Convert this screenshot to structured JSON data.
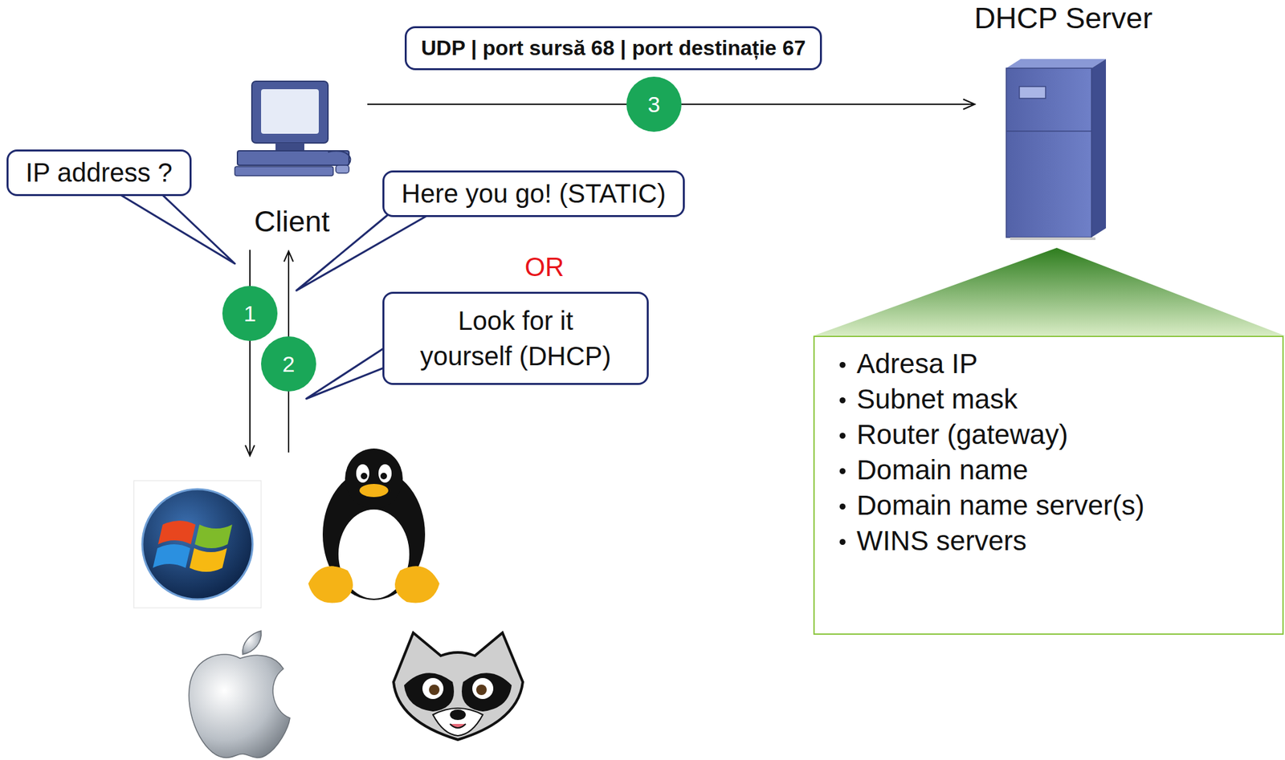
{
  "diagram": {
    "nodes": [
      {
        "text": [
          "UDP | port sursă 68 | port destinație 67"
        ]
      },
      {
        "text": [
          "DHCP Server"
        ]
      },
      {
        "text": [
          "3"
        ]
      },
      {
        "text": [
          "Client"
        ]
      },
      {
        "text": [
          "IP address ?"
        ]
      },
      {
        "text": [
          "Here you go! (STATIC)"
        ]
      },
      {
        "text": [
          "1"
        ]
      },
      {
        "text": [
          "2"
        ]
      },
      {
        "text": [
          "Look for it yourself (DHCP)"
        ]
      },
      {
        "text": [
          "Adresa IP",
          "Subnet mask",
          "Router (gateway)",
          "Domain name",
          "Domain name server(s)",
          "WINS servers"
        ]
      }
    ],
    "edges": [
      {
        "from": 3,
        "to": 1,
        "arrow": "to"
      }
    ],
    "labels": [
      "OR"
    ]
  }
}
